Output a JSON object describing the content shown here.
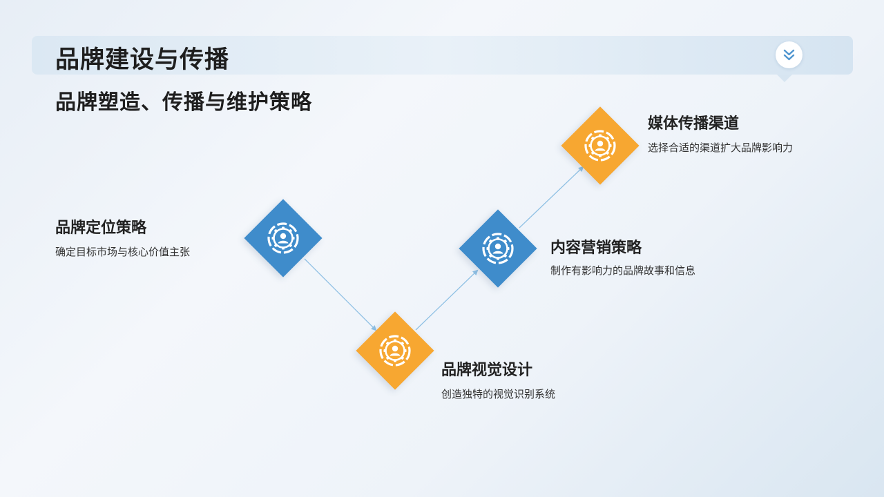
{
  "header": {
    "title": "品牌建设与传播",
    "scroll_icon": "double-chevron-down-icon"
  },
  "subtitle": "品牌塑造、传播与维护策略",
  "colors": {
    "blue": "#3f8ccb",
    "orange": "#f7a731",
    "connector": "#8fc0e4"
  },
  "steps": [
    {
      "title": "品牌定位策略",
      "desc": "确定目标市场与核心价值主张",
      "color": "blue",
      "icon": "gear-user-icon"
    },
    {
      "title": "品牌视觉设计",
      "desc": "创造独特的视觉识别系统",
      "color": "orange",
      "icon": "gear-user-icon"
    },
    {
      "title": "内容营销策略",
      "desc": "制作有影响力的品牌故事和信息",
      "color": "blue",
      "icon": "gear-user-icon"
    },
    {
      "title": "媒体传播渠道",
      "desc": "选择合适的渠道扩大品牌影响力",
      "color": "orange",
      "icon": "gear-user-icon"
    }
  ]
}
